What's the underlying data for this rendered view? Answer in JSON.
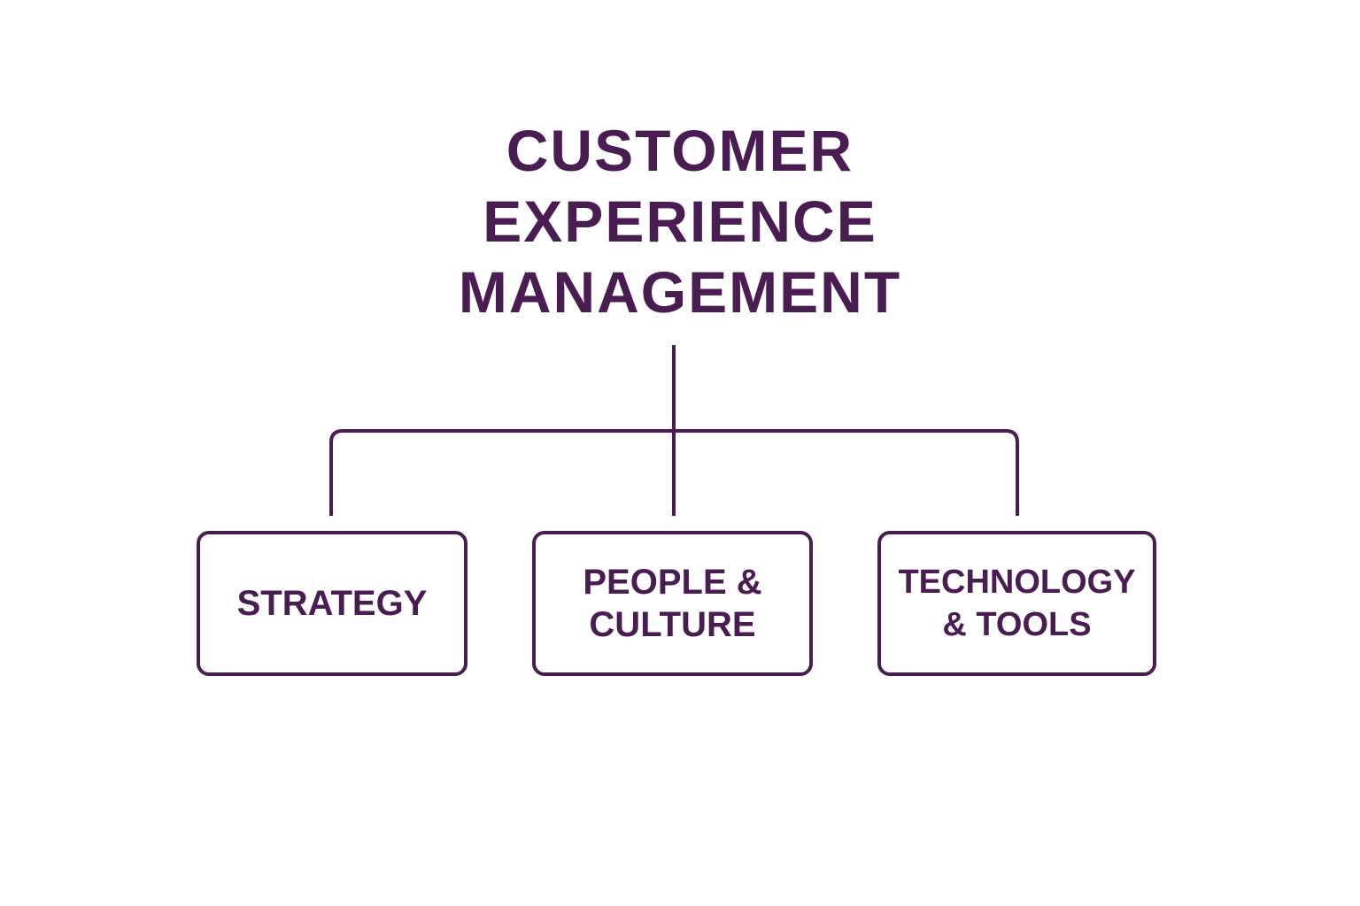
{
  "title_lines": [
    "CUSTOMER",
    "EXPERIENCE",
    "MANAGEMENT"
  ],
  "nodes": [
    {
      "lines": [
        "STRATEGY"
      ]
    },
    {
      "lines": [
        "PEOPLE &",
        "CULTURE"
      ]
    },
    {
      "lines": [
        "TECHNOLOGY",
        "& TOOLS"
      ]
    }
  ],
  "colors": {
    "primary": "#4a1d52",
    "background": "#ffffff"
  }
}
